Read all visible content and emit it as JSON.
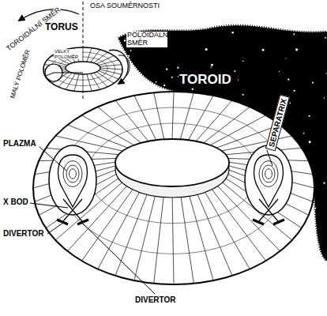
{
  "diagram": {
    "labels": [
      "TOROIDÁLNÍ SMĚR",
      "OSA SOUMĚRNOSTI",
      "TORUS",
      "POLOIDÁLNÍ SMĚR",
      "MALÝ POLOMĚR",
      "VELKÝ POLOMĚR",
      "TOROID",
      "SEPARATRIX",
      "PLAZMA",
      "X BOD",
      "DIVERTOR",
      "DIVERTOR"
    ]
  }
}
